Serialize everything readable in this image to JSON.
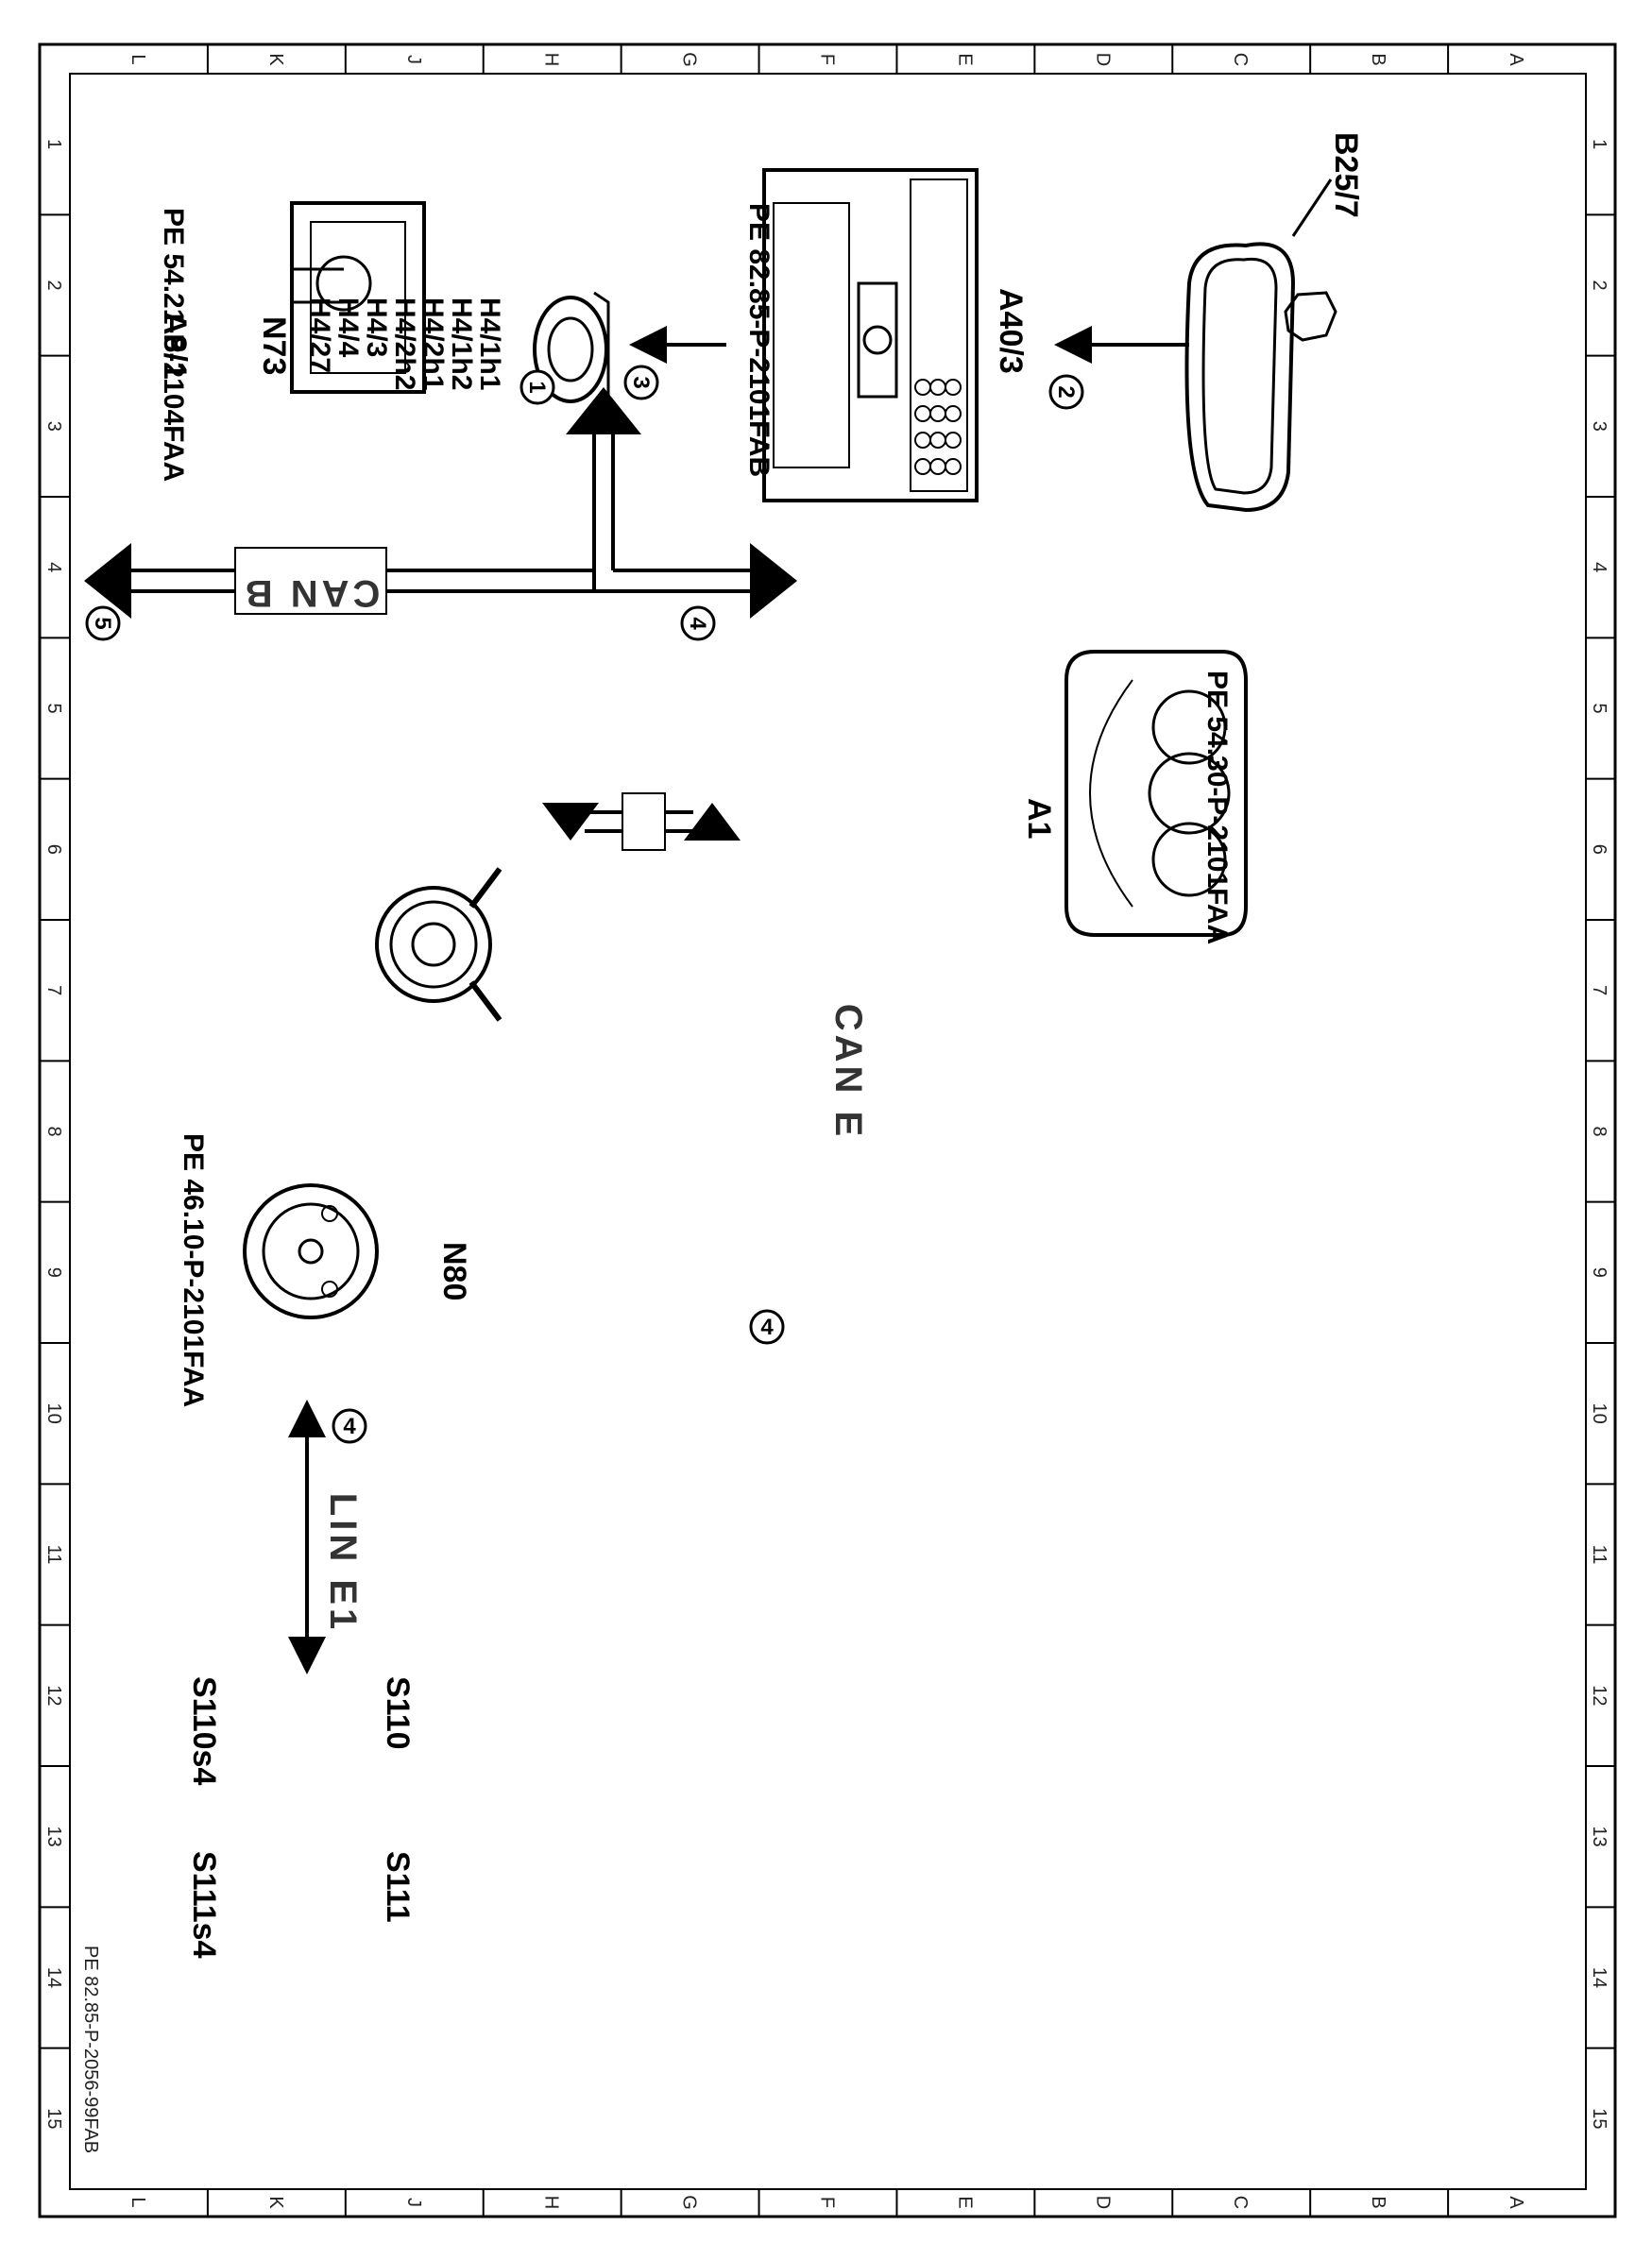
{
  "frame": {
    "row_letters": [
      "L",
      "K",
      "J",
      "H",
      "G",
      "F",
      "E",
      "D",
      "C",
      "B",
      "A"
    ],
    "col_numbers": [
      "1",
      "2",
      "3",
      "4",
      "5",
      "6",
      "7",
      "8",
      "9",
      "10",
      "11",
      "12",
      "13",
      "14",
      "15"
    ],
    "drawing_id": "PE 82.85-P-2056-99FAB"
  },
  "components": {
    "b25_7": "B25/7",
    "a40_3": "A40/3",
    "a40_3_ref": "PE 82.85-P-2101FAB",
    "h4_labels": [
      "H4/1h1",
      "H4/1h2",
      "H4/2h1",
      "H4/2h2",
      "H4/3",
      "H4/4",
      "H4/27"
    ],
    "n73": "N73",
    "n73_ref": "PE 54.21-P-2104FAA",
    "a8_1": "A8/1",
    "a1": "A1",
    "a1_ref": "PE 54.30-P-2101FAA",
    "n80": "N80",
    "n80_ref": "PE 46.10-P-2101FAA",
    "s110": "S110",
    "s111": "S111",
    "s110s4": "S110s4",
    "s111s4": "S111s4"
  },
  "buses": {
    "can_b": "CAN B",
    "can_e": "CAN E",
    "lin_e1": "LIN E1"
  },
  "markers": {
    "m1": "1",
    "m2": "2",
    "m3": "3",
    "m4a": "4",
    "m4b": "4",
    "m4c": "4",
    "m5": "5"
  }
}
